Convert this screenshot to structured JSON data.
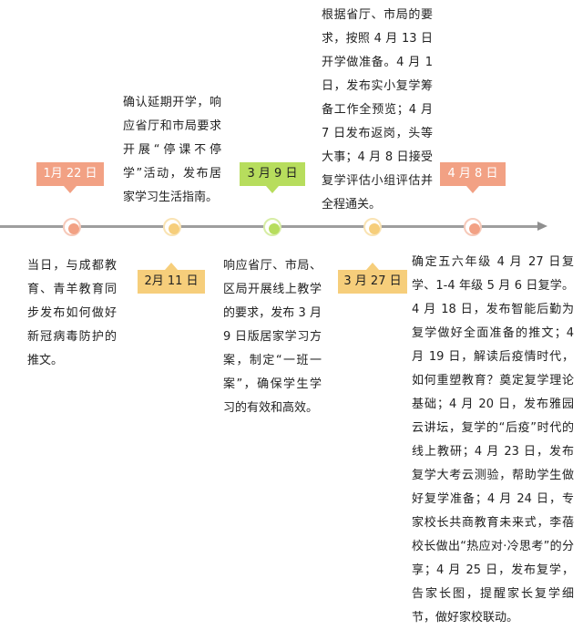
{
  "colors": {
    "salmon": "#f2a184",
    "salmon_ring": "#f6c9b9",
    "gold": "#f6ce7b",
    "gold_ring": "#f9e3b3",
    "green": "#b7dd5d",
    "green_ring": "#d7eda5",
    "axis": "#9e9e9e"
  },
  "events": [
    {
      "date": "1月 22 日",
      "text": "当日，与成都教育、青羊教育同步发布如何做好新冠病毒防护的推文。"
    },
    {
      "date": "2月 11 日",
      "text": "确认延期开学，响应省厅和市局要求开展“停课不停学”活动，发布居家学习生活指南。"
    },
    {
      "date": "3 月 9 日",
      "text": "响应省厅、市局、区局开展线上教学的要求，发布 3 月 9 日版居家学习方案，制定“一班一案”，确保学生学习的有效和高效。"
    },
    {
      "date": "3 月 27 日",
      "text": "根据省厅、市局的要求，按照 4 月 13 日开学做准备。4 月 1 日，发布实小复学筹备工作全预览；4 月 7 日发布返岗，头等大事；4 月 8 日接受复学评估小组评估并全程通关。"
    },
    {
      "date": "4 月 8 日",
      "text": "确定五六年级 4 月 27 日复学、1-4 年级 5 月 6 日复学。4 月 18 日，发布智能后勤为复学做好全面准备的推文；4 月 19 日，解读后疫情时代，如何重塑教育？奠定复学理论基础；4 月 20 日，发布雅园云讲坛，复学的“后疫”时代的线上教研；4 月 23 日，发布复学大考云测验，帮助学生做好复学准备；4 月 24 日，专家校长共商教育未来式，李蓓校长做出“热应对·冷思考”的分享；4 月 25 日，发布复学，告家长图，提醒家长复学细节，做好家校联动。"
    }
  ]
}
